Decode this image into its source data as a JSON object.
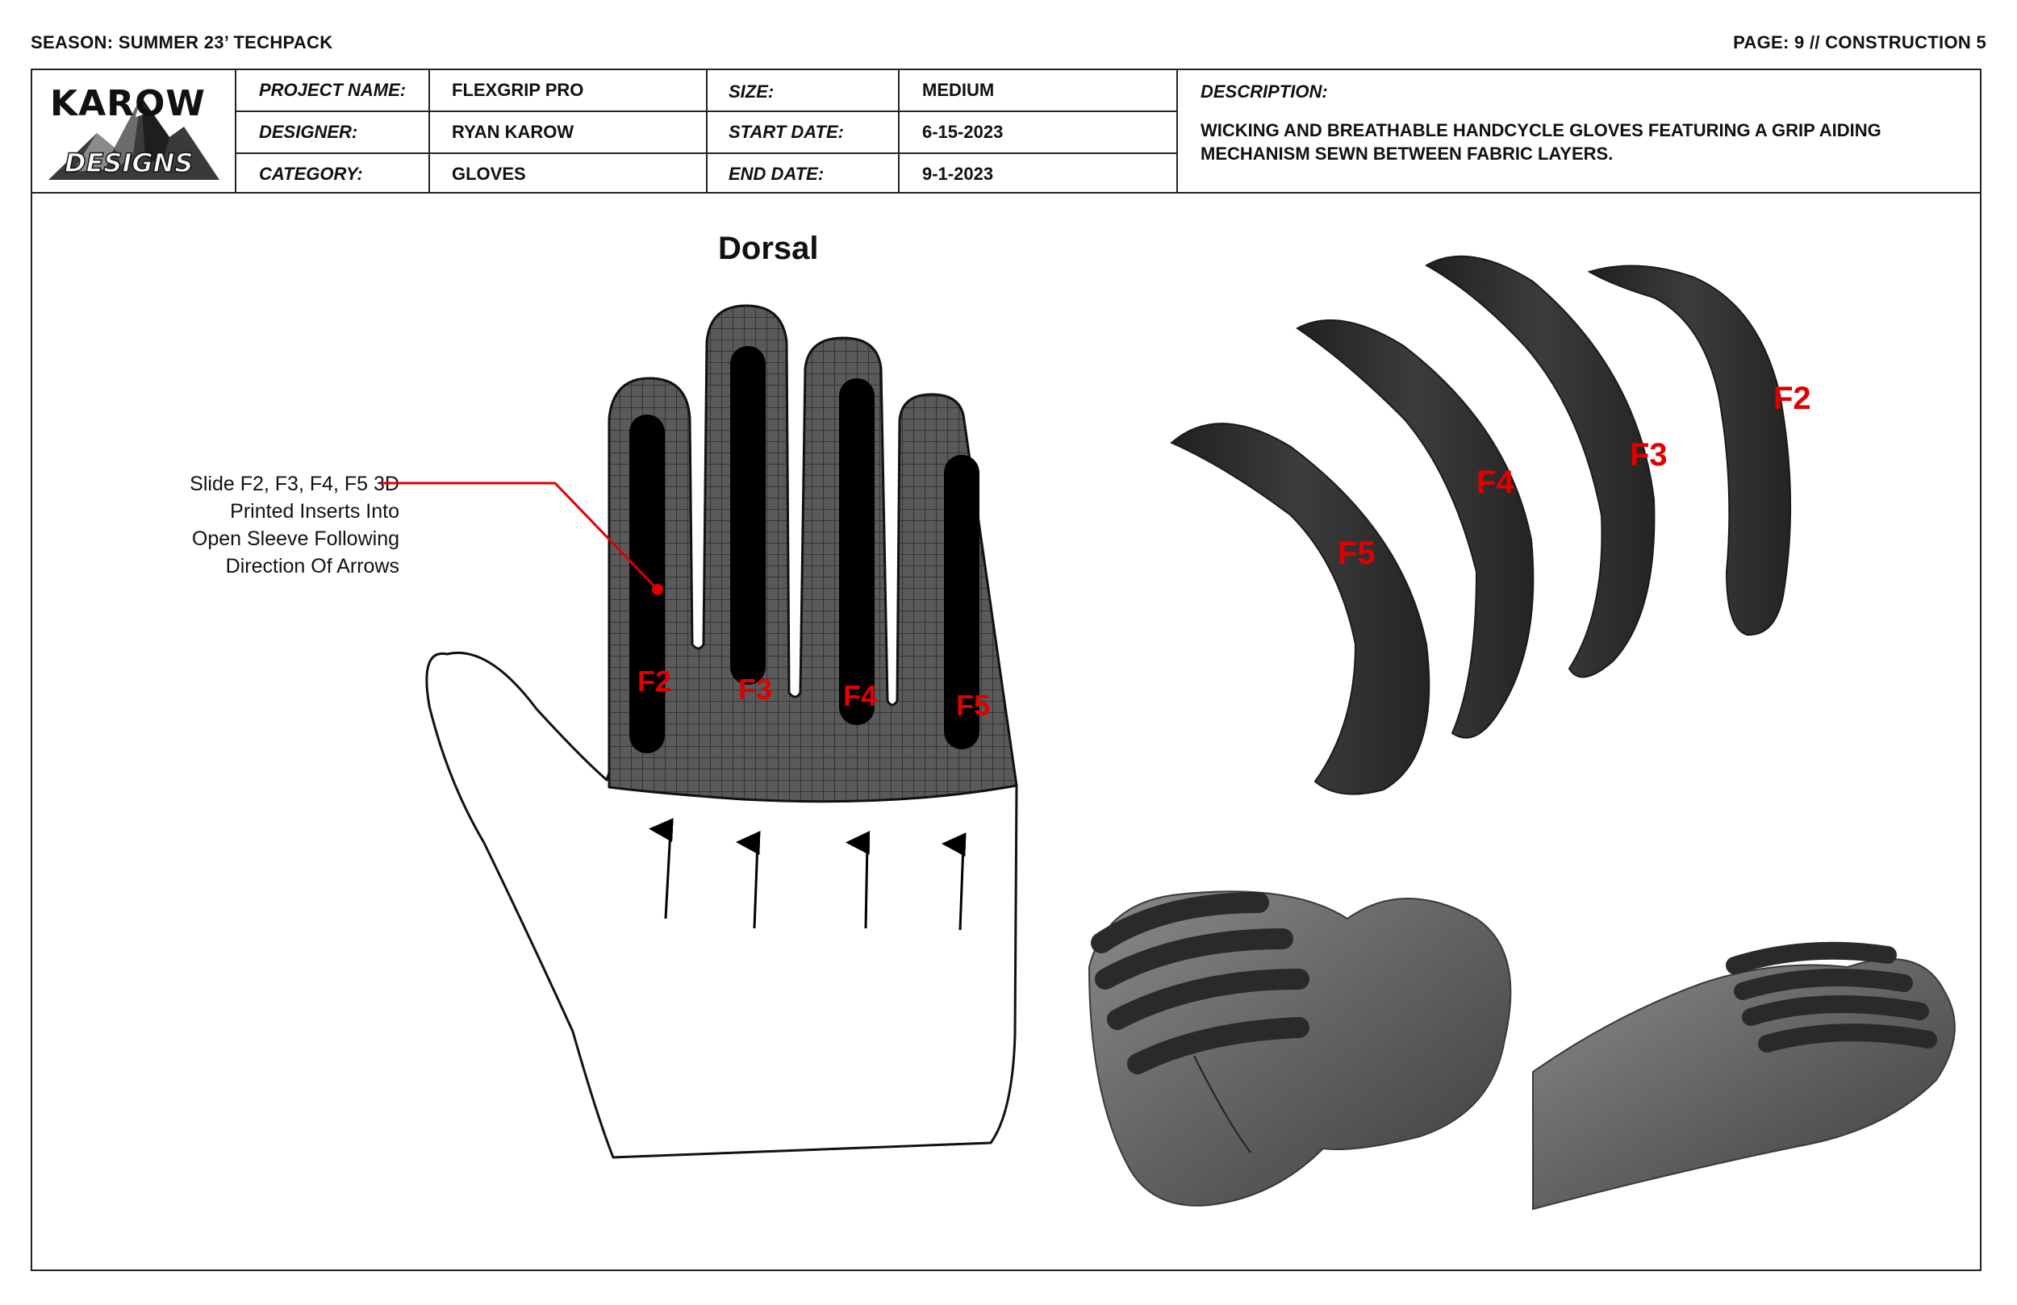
{
  "page": {
    "season": "SEASON: SUMMER 23’  TECHPACK",
    "page_number": "PAGE: 9 // CONSTRUCTION 5"
  },
  "logo": {
    "line1": "KAROW",
    "line2": "DESIGNS"
  },
  "info": {
    "project_name_label": "PROJECT NAME:",
    "project_name": "FLEXGRIP PRO",
    "designer_label": "DESIGNER:",
    "designer": "RYAN KAROW",
    "category_label": "CATEGORY:",
    "category": "GLOVES",
    "size_label": "SIZE:",
    "size": "MEDIUM",
    "start_date_label": "START DATE:",
    "start_date": "6-15-2023",
    "end_date_label": "END DATE:",
    "end_date": "9-1-2023",
    "description_label": "DESCRIPTION:",
    "description": "WICKING AND BREATHABLE HANDCYCLE GLOVES FEATURING A GRIP AIDING MECHANISM SEWN BETWEEN FABRIC LAYERS."
  },
  "drawing": {
    "view_title": "Dorsal",
    "callout": [
      "Slide F2, F3, F4, F5 3D",
      "Printed Inserts Into",
      "Open Sleeve Following",
      "Direction Of Arrows"
    ],
    "finger_labels": [
      "F2",
      "F3",
      "F4",
      "F5"
    ],
    "insert_labels": [
      "F5",
      "F4",
      "F3",
      "F2"
    ],
    "colors": {
      "accent_red": "#e00000",
      "sleeve_grid": "#5a5a5a",
      "insert_dark": "#000000"
    }
  }
}
